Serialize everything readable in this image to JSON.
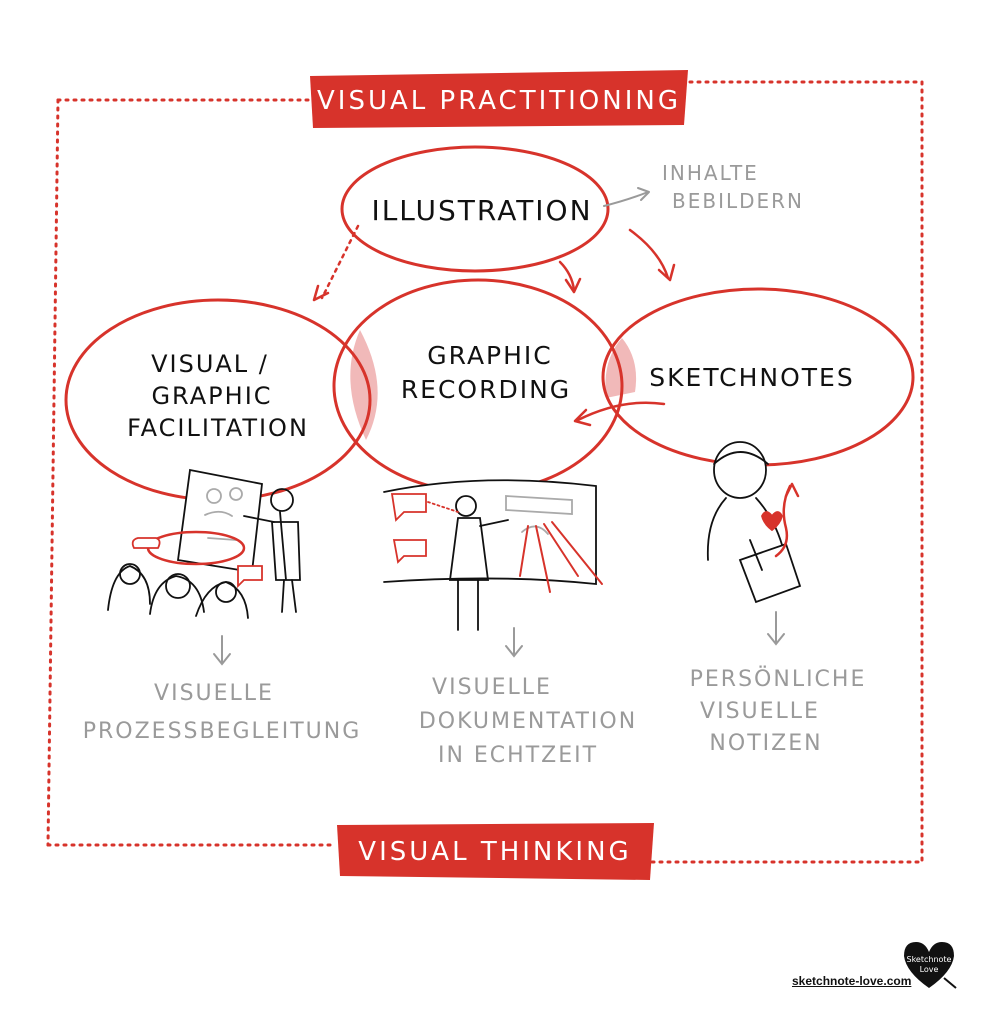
{
  "banners": {
    "top": "VISUAL PRACTITIONING",
    "bottom": "VISUAL THINKING"
  },
  "nodes": {
    "illustration": "ILLUSTRATION",
    "facilitation": [
      "VISUAL /",
      "GRAPHIC",
      "FACILITATION"
    ],
    "recording": [
      "GRAPHIC",
      "RECORDING"
    ],
    "sketchnotes": "SKETCHNOTES"
  },
  "annotations": {
    "illustration_note": [
      "INHALTE",
      "BEBILDERN"
    ]
  },
  "outcomes": {
    "facilitation": [
      "VISUELLE",
      "PROZESSBEGLEITUNG"
    ],
    "recording": [
      "VISUELLE",
      "DOKUMENTATION",
      "IN ECHTZEIT"
    ],
    "sketchnotes": [
      "PERSÖNLICHE",
      "VISUELLE",
      "NOTIZEN"
    ]
  },
  "footer": {
    "url": "sketchnote-love.com",
    "logo_text": "Sketchnote Love"
  },
  "colors": {
    "accent": "#d7332b",
    "overlap": "#f1b9b9",
    "grey": "#9a9a9a",
    "ink": "#111111"
  }
}
